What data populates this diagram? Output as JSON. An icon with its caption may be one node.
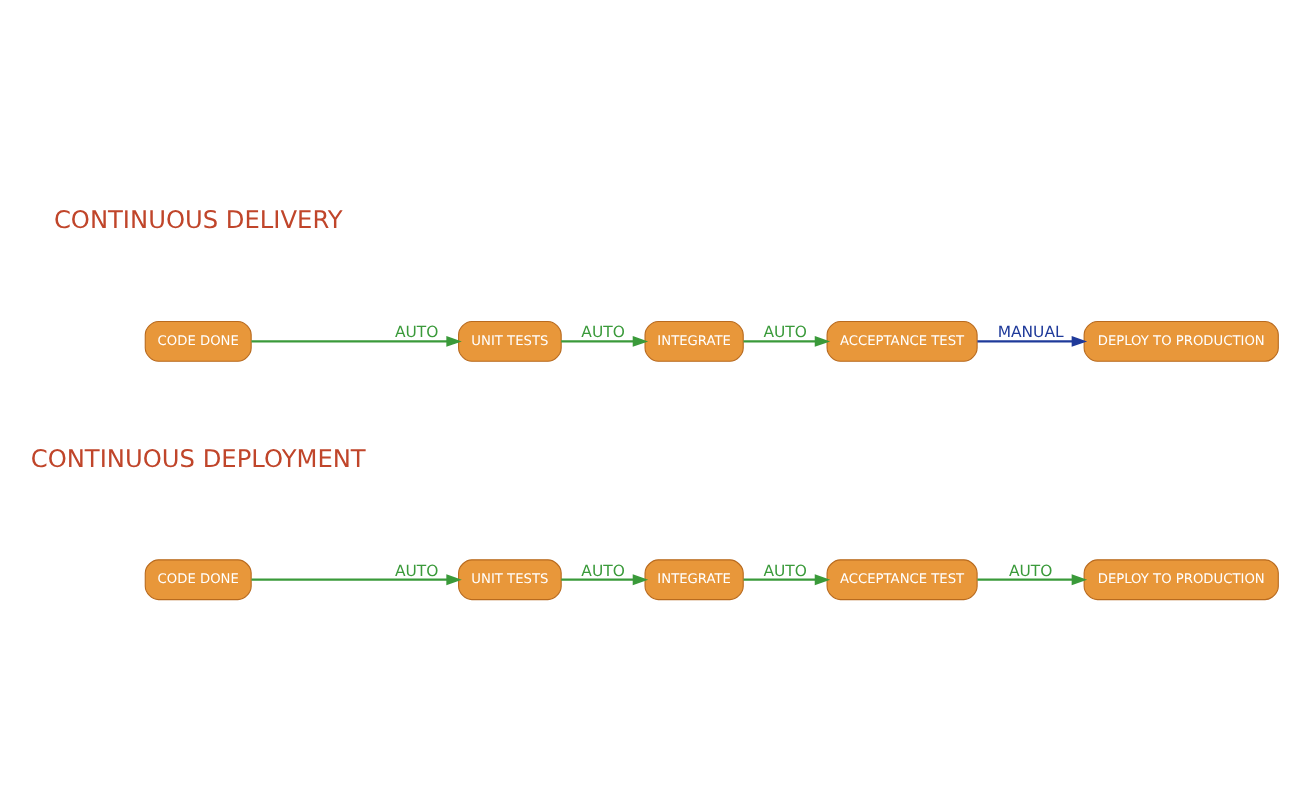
{
  "diagram": {
    "nodes": [
      {
        "text": [
          "CODE DONE"
        ]
      },
      {
        "text": [
          "UNIT TESTS"
        ]
      },
      {
        "text": [
          "INTEGRATE"
        ]
      },
      {
        "text": [
          "ACCEPTANCE TEST"
        ]
      },
      {
        "text": [
          "DEPLOY TO PRODUCTION"
        ]
      },
      {
        "text": [
          "CODE DONE"
        ]
      },
      {
        "text": [
          "UNIT TESTS"
        ]
      },
      {
        "text": [
          "INTEGRATE"
        ]
      },
      {
        "text": [
          "ACCEPTANCE TEST"
        ]
      },
      {
        "text": [
          "DEPLOY TO PRODUCTION"
        ]
      }
    ],
    "edges": [
      {
        "from": 0,
        "to": 1,
        "arrow": "to",
        "label": "AUTO"
      },
      {
        "from": 1,
        "to": 2,
        "arrow": "to",
        "label": "AUTO"
      },
      {
        "from": 2,
        "to": 3,
        "arrow": "to",
        "label": "AUTO"
      },
      {
        "from": 3,
        "to": 4,
        "arrow": "to",
        "label": "MANUAL",
        "color": "#1f3a9a"
      },
      {
        "from": 5,
        "to": 6,
        "arrow": "to",
        "label": "AUTO"
      },
      {
        "from": 6,
        "to": 7,
        "arrow": "to",
        "label": "AUTO"
      },
      {
        "from": 7,
        "to": 8,
        "arrow": "to",
        "label": "AUTO"
      },
      {
        "from": 8,
        "to": 9,
        "arrow": "to",
        "label": "AUTO"
      }
    ],
    "labels": [
      "CONTINUOUS DELIVERY",
      "CONTINUOUS DEPLOYMENT"
    ]
  }
}
